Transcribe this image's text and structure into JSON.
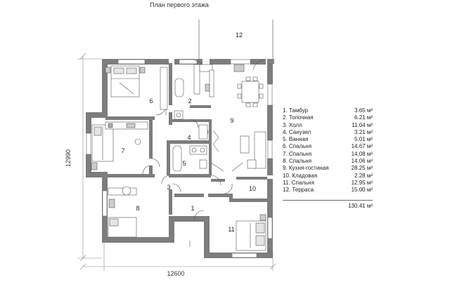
{
  "title": "План первого этажа",
  "dimensions": {
    "width": "12600",
    "height": "12990"
  },
  "rooms": [
    {
      "num": "1",
      "name": "Тамбур",
      "area": "3.65 м²"
    },
    {
      "num": "2",
      "name": "Топочная",
      "area": "6.21 м²"
    },
    {
      "num": "3",
      "name": "Холл",
      "area": "11.04 м²"
    },
    {
      "num": "4",
      "name": "Санузел",
      "area": "3.21 м²"
    },
    {
      "num": "5",
      "name": "Ванная",
      "area": "5.01 м²"
    },
    {
      "num": "6",
      "name": "Спальня",
      "area": "14.67 м²"
    },
    {
      "num": "7",
      "name": "Спальня",
      "area": "14.08 м²"
    },
    {
      "num": "8",
      "name": "Спальня",
      "area": "14.06 м²"
    },
    {
      "num": "9",
      "name": "Кухня-гостиная",
      "area": "28.25 м²"
    },
    {
      "num": "10",
      "name": "Кладовая",
      "area": "2.28 м²"
    },
    {
      "num": "11",
      "name": "Спальня",
      "area": "12.95 м²"
    },
    {
      "num": "12",
      "name": "Терраса",
      "area": "15.00 м²"
    }
  ],
  "legend_labels": [
    "1. Тамбур",
    "2. Топочная",
    "3. Холл",
    "4. Санузел",
    "5. Ванная",
    "6. Спальня",
    "7. Спальня",
    "8. Спальня",
    "9. Кухня-гостиная",
    "10. Кладовая",
    "11. Спальня",
    "12. Терраса"
  ],
  "total_area": "130.41 м²",
  "colors": {
    "wall": "#7d7d7d",
    "line": "#555555",
    "text": "#222222"
  }
}
